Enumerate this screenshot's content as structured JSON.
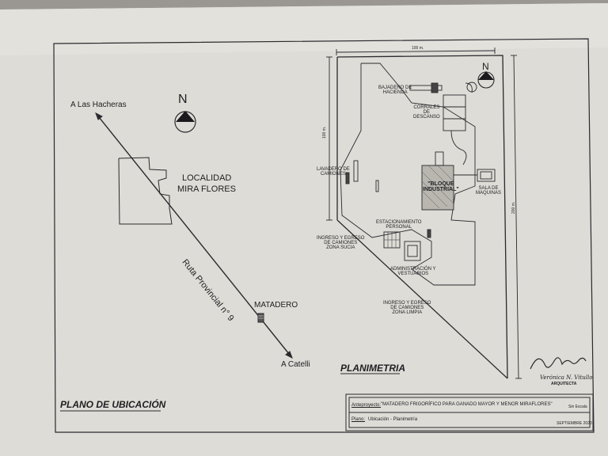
{
  "location_plan": {
    "north_label": "N",
    "to_las_hacheras": "A Las Hacheras",
    "locality_line1": "LOCALIDAD",
    "locality_line2": "MIRA FLORES",
    "route": "Ruta Provincial n° 9",
    "slaughterhouse": "MATADERO",
    "to_catelli": "A Catelli",
    "caption": "PLANO DE UBICACIÓN"
  },
  "site_plan": {
    "north_label": "N",
    "dim_top": "100 m.",
    "dim_left": "100 m.",
    "dim_right": "200 m.",
    "caption": "PLANIMETRIA",
    "labels": {
      "unloading": "BAJADERO DE\nHACIENDA",
      "pens": "CORRALES\nDE\nDESCANSO",
      "truck_wash": "LAVADERO DE\nCAMIONES",
      "industrial_block": "\"BLOQUE\nINDUSTRIAL\"",
      "machine_room": "SALA DE\nMAQUINAS",
      "staff_parking": "ESTACIONAMIENTO\nPERSONAL",
      "dirty_zone": "INGRESO Y EGRESO\nDE CAMIONES\nZONA SUCIA",
      "admin": "ADMINISTRACIÓN Y\nVESTUARIOS",
      "clean_zone": "INGRESO Y EGRESO\nDE CAMIONES\nZONA LIMPIA"
    }
  },
  "signature": {
    "name": "Verónica N. Vitullo",
    "title": "ARQUITECTA"
  },
  "title_block": {
    "project_label": "Anteproyecto:",
    "project_value": "\"MATADERO FRIGORÍFICO PARA GANADO MAYOR Y MENOR MIRAFLORES\"",
    "scale": "Sin Escala",
    "plan_label": "Plano:",
    "plan_value": "Ubicación - Planimetría",
    "date": "SEPTIEMBRE 2020"
  }
}
